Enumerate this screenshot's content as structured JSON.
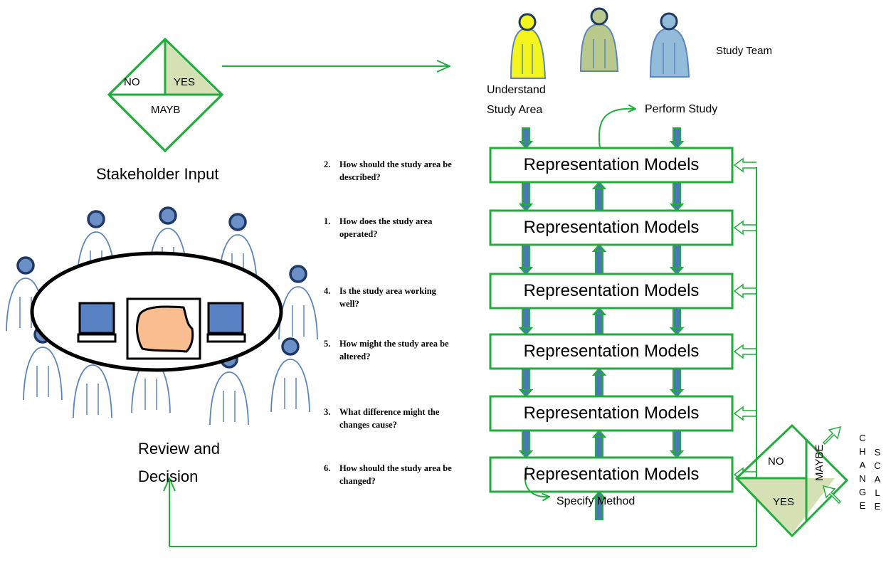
{
  "colors": {
    "green": "#1fae3c",
    "blue_arrow": "#4a78b0",
    "person_outline": "#5c86bb",
    "head_fill": "#6b8fc7",
    "head_stroke": "#1f3864",
    "yes_fill": "#d5e0b5",
    "map_fill": "#f9bd90",
    "monitor_fill": "#5882c4",
    "team_yellow": "#f5f51e",
    "team_olive": "#b9c98d",
    "team_blue": "#92bcd9"
  },
  "stakeholder": {
    "no": "NO",
    "yes": "YES",
    "maybe": "MAYB",
    "caption": "Stakeholder Input"
  },
  "team": {
    "label": "Study Team",
    "understand_line1": "Understand",
    "understand_line2": "Study Area",
    "perform": "Perform Study"
  },
  "review": {
    "line1": "Review and",
    "line2": "Decision"
  },
  "models": [
    {
      "label": "Representation Models",
      "q_num": "2.",
      "q_line1": "How should the study area be",
      "q_line2": "described?"
    },
    {
      "label": "Representation Models",
      "q_num": "1.",
      "q_line1": "How does the study area",
      "q_line2": "operated?"
    },
    {
      "label": "Representation Models",
      "q_num": "4.",
      "q_line1": "Is the study area working",
      "q_line2": "well?"
    },
    {
      "label": "Representation Models",
      "q_num": "5.",
      "q_line1": "How might the study area be",
      "q_line2": "altered?"
    },
    {
      "label": "Representation Models",
      "q_num": "3.",
      "q_line1": "What difference might the",
      "q_line2": "changes cause?"
    },
    {
      "label": "Representation Models",
      "q_num": "6.",
      "q_line1": "How should the study area be",
      "q_line2": "changed?"
    }
  ],
  "specify": "Specify Method",
  "decision": {
    "no": "NO",
    "yes": "YES",
    "maybe": "MAYBE",
    "change": [
      "C",
      "H",
      "A",
      "N",
      "G",
      "E"
    ],
    "scale": [
      "S",
      "C",
      "A",
      "L",
      "E"
    ]
  }
}
